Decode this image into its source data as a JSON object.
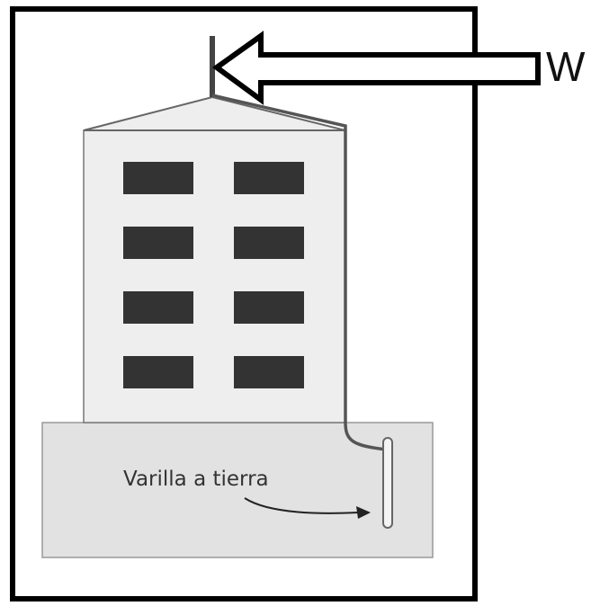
{
  "labels": {
    "arrow_label": "W",
    "ground_rod_label": "Varilla a tierra"
  },
  "colors": {
    "frame": "#000000",
    "building_fill": "#eeeeee",
    "ground_fill": "#e2e2e2",
    "window_fill": "#333333",
    "lightning_rod": "#444444",
    "background": "#ffffff"
  },
  "building": {
    "window_rows": 4,
    "window_columns": 2
  }
}
